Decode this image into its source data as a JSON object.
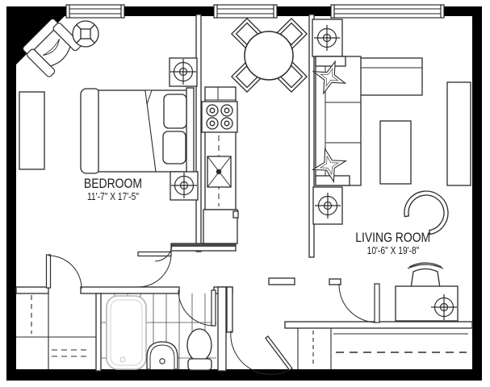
{
  "floor_plan": {
    "title": "apartment-floor-plan",
    "rooms": [
      {
        "name": "BEDROOM",
        "dimensions": "11'-7\" X 17'-5\""
      },
      {
        "name": "LIVING ROOM",
        "dimensions": "10'-6\" X 19'-8\""
      }
    ],
    "colors": {
      "wall": "#000000",
      "line": "#2b2b2b",
      "tub_outline": "#b5b5b5",
      "background": "#ffffff"
    },
    "symbols": [
      "armchair",
      "ceiling-light",
      "bed",
      "nightstand-lamp",
      "dresser",
      "stove",
      "kitchen-sink",
      "refrigerator",
      "dining-table",
      "dining-chair",
      "sofa-sectional",
      "throw-pillow",
      "end-table-lamp",
      "coffee-table",
      "tv-console",
      "round-chair",
      "desk",
      "desk-chair",
      "desk-lamp",
      "bathtub",
      "pedestal-sink",
      "toilet",
      "closet-rod",
      "door-swing",
      "window"
    ]
  }
}
